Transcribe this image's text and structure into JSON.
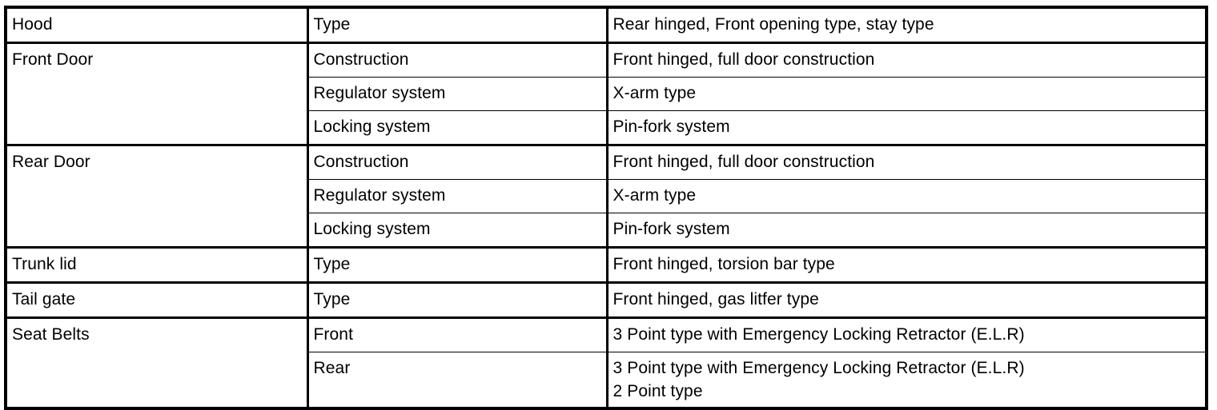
{
  "table": {
    "columns": [
      "component",
      "attribute",
      "value"
    ],
    "groups": [
      {
        "component": "Hood",
        "rows": [
          {
            "attribute": "Type",
            "value": "Rear hinged, Front opening type, stay type"
          }
        ]
      },
      {
        "component": "Front Door",
        "rows": [
          {
            "attribute": "Construction",
            "value": "Front hinged, full door construction"
          },
          {
            "attribute": "Regulator system",
            "value": "X-arm type"
          },
          {
            "attribute": "Locking system",
            "value": "Pin-fork system"
          }
        ]
      },
      {
        "component": "Rear Door",
        "rows": [
          {
            "attribute": "Construction",
            "value": "Front hinged, full door construction"
          },
          {
            "attribute": "Regulator system",
            "value": "X-arm type"
          },
          {
            "attribute": "Locking system",
            "value": "Pin-fork system"
          }
        ]
      },
      {
        "component": "Trunk lid",
        "rows": [
          {
            "attribute": "Type",
            "value": "Front hinged, torsion bar type"
          }
        ]
      },
      {
        "component": "Tail gate",
        "rows": [
          {
            "attribute": "Type",
            "value": "Front hinged, gas litfer type"
          }
        ]
      },
      {
        "component": "Seat Belts",
        "rows": [
          {
            "attribute": "Front",
            "value": "3 Point type with Emergency Locking Retractor (E.L.R)"
          },
          {
            "attribute": "Rear",
            "value": "3 Point type with Emergency Locking Retractor (E.L.R)\n2 Point type"
          }
        ]
      }
    ]
  },
  "colors": {
    "border": "#000000",
    "text": "#000000",
    "background": "#ffffff"
  }
}
